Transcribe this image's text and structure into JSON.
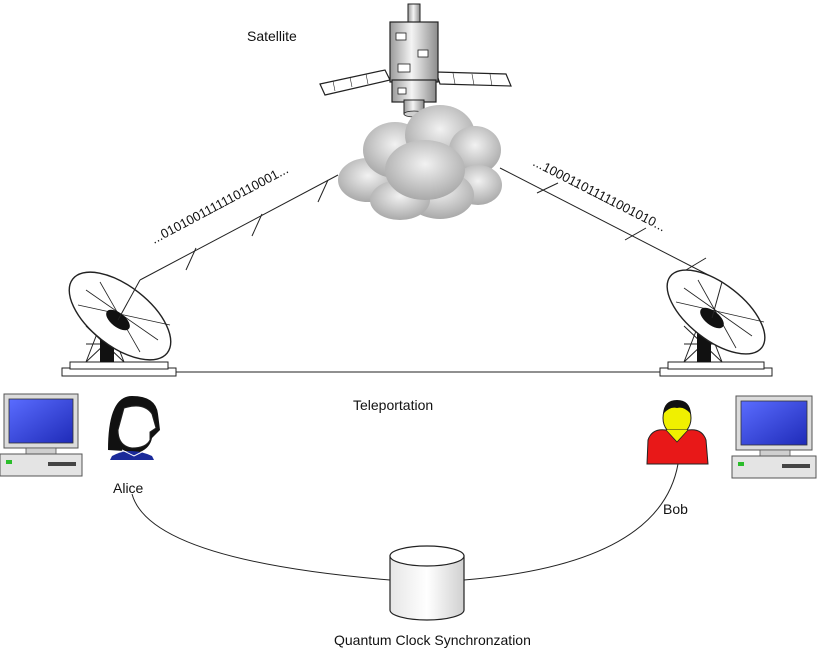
{
  "labels": {
    "satellite": "Satellite",
    "teleportation": "Teleportation",
    "alice": "Alice",
    "bob": "Bob",
    "clock_sync": "Quantum Clock Synchronzation"
  },
  "bitstreams": {
    "left": "...0101001111110110001...",
    "right": "...100011011111001010..."
  },
  "icons": [
    "satellite-icon",
    "cloud-icon",
    "satellite-dish-icon",
    "desktop-computer-icon",
    "person-icon",
    "database-cylinder-icon"
  ],
  "colors": {
    "monitor_screen": "#2f3fd8",
    "bob_shirt": "#e81818",
    "bob_face": "#f0f000",
    "alice_collar": "#1a2a9a",
    "cloud": "#d8d8d8"
  }
}
